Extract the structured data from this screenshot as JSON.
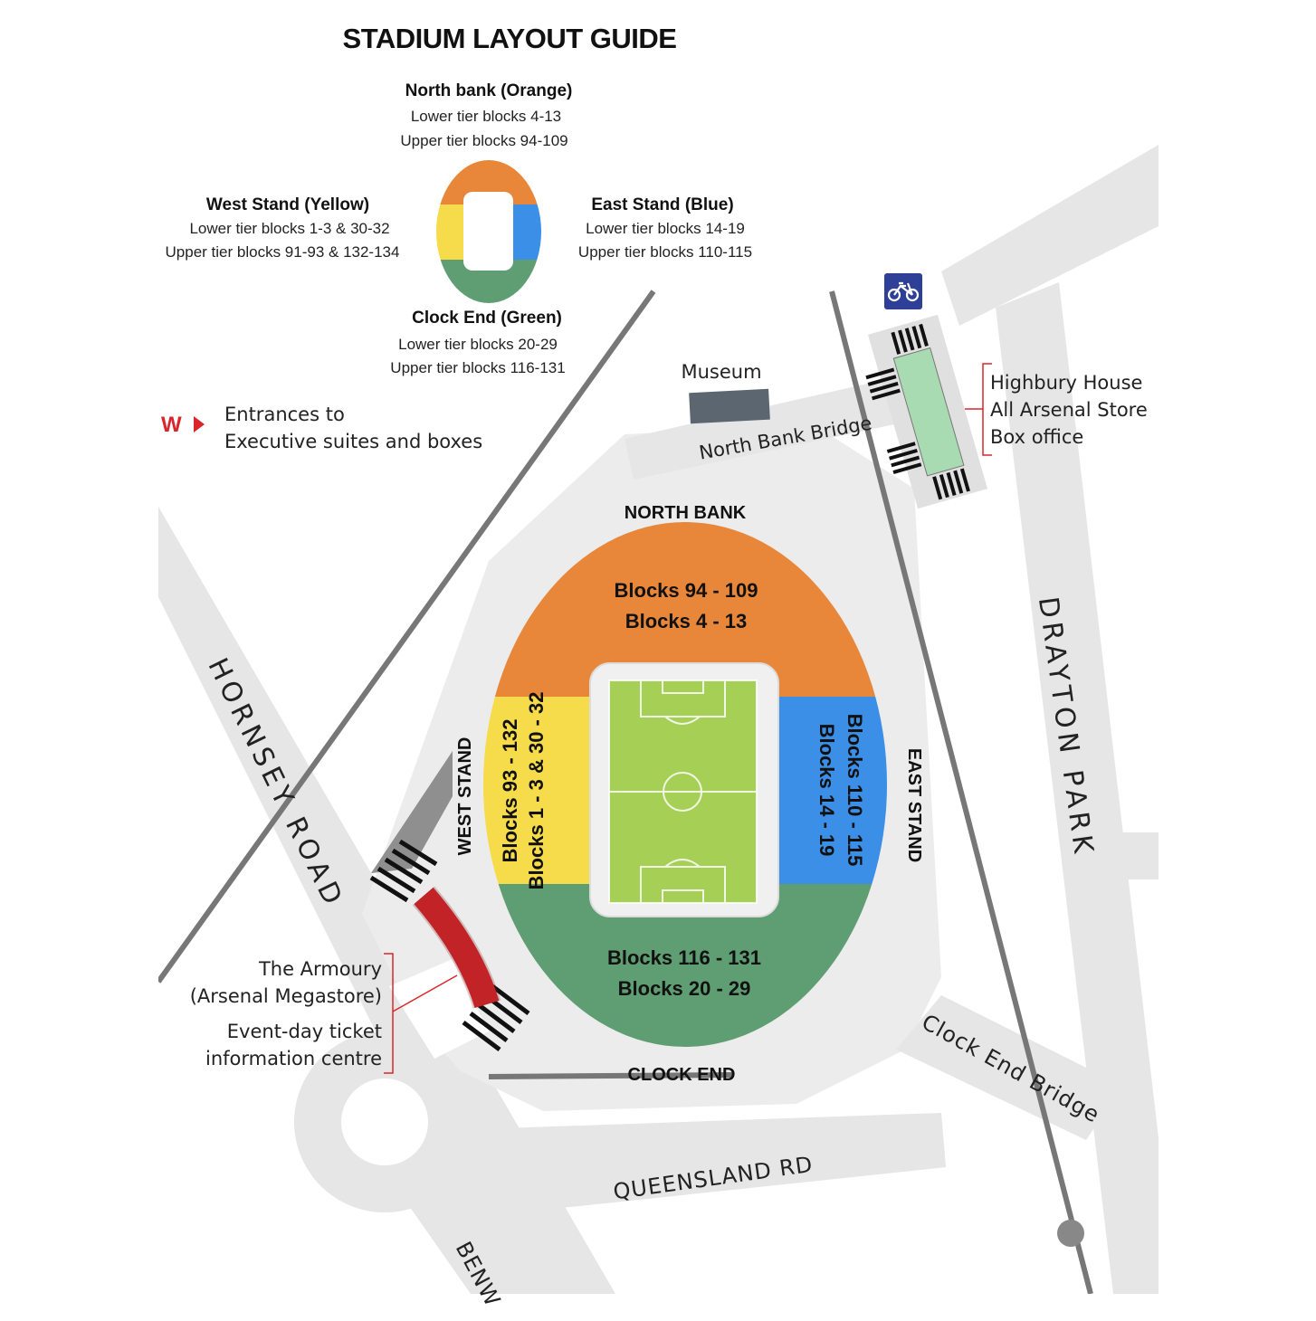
{
  "title": "STADIUM LAYOUT GUIDE",
  "key": {
    "north": {
      "heading": "North bank (Orange)",
      "lower": "Lower tier blocks 4-13",
      "upper": "Upper tier blocks 94-109"
    },
    "west": {
      "heading": "West Stand (Yellow)",
      "lower": "Lower tier blocks 1-3 & 30-32",
      "upper": "Upper tier blocks 91-93 & 132-134"
    },
    "east": {
      "heading": "East Stand (Blue)",
      "lower": "Lower tier blocks 14-19",
      "upper": "Upper tier blocks 110-115"
    },
    "south": {
      "heading": "Clock End (Green)",
      "lower": "Lower tier blocks 20-29",
      "upper": "Upper tier blocks 116-131"
    }
  },
  "legend": {
    "symbol": "W",
    "line1": "Entrances to",
    "line2": "Executive suites and boxes"
  },
  "stands": {
    "north_label": "NORTH BANK",
    "west_label": "WEST STAND",
    "east_label": "EAST STAND",
    "south_label": "CLOCK END",
    "north_blocks": [
      "Blocks 94 - 109",
      "Blocks 4 - 13"
    ],
    "west_blocks": [
      "Blocks 93 - 132",
      "Blocks 1 - 3 & 30 - 32"
    ],
    "east_blocks": [
      "Blocks 110 - 115",
      "Blocks 14 - 19"
    ],
    "south_blocks": [
      "Blocks 116 - 131",
      "Blocks 20 - 29"
    ]
  },
  "places": {
    "museum": "Museum",
    "north_bank_bridge": "North Bank Bridge",
    "highbury_house": [
      "Highbury House",
      "All Arsenal Store",
      "Box office"
    ],
    "armoury": [
      "The Armoury",
      "(Arsenal Megastore)"
    ],
    "ticket_centre": [
      "Event-day ticket",
      "information centre"
    ],
    "clock_end_bridge": "Clock End Bridge"
  },
  "roads": {
    "hornsey": "HORNSEY ROAD",
    "drayton": "DRAYTON PARK",
    "queensland": "QUEENSLAND RD",
    "benwell": "BENW"
  },
  "colors": {
    "north": "#e8873a",
    "west": "#f6dc4a",
    "east": "#3b8fe6",
    "south": "#5f9e72",
    "pitch": "#a6cf55",
    "road": "#e6e6e6",
    "ground": "#ececec",
    "entrance": "#d9262b",
    "megastore": "#d9262b",
    "highbury_house": "#a9dbb2",
    "cycle_badge": "#2d3f97",
    "museum": "#5b6670"
  },
  "icons": {
    "cycle": "bicycle-icon",
    "entrance": "entrance-marker-icon"
  }
}
